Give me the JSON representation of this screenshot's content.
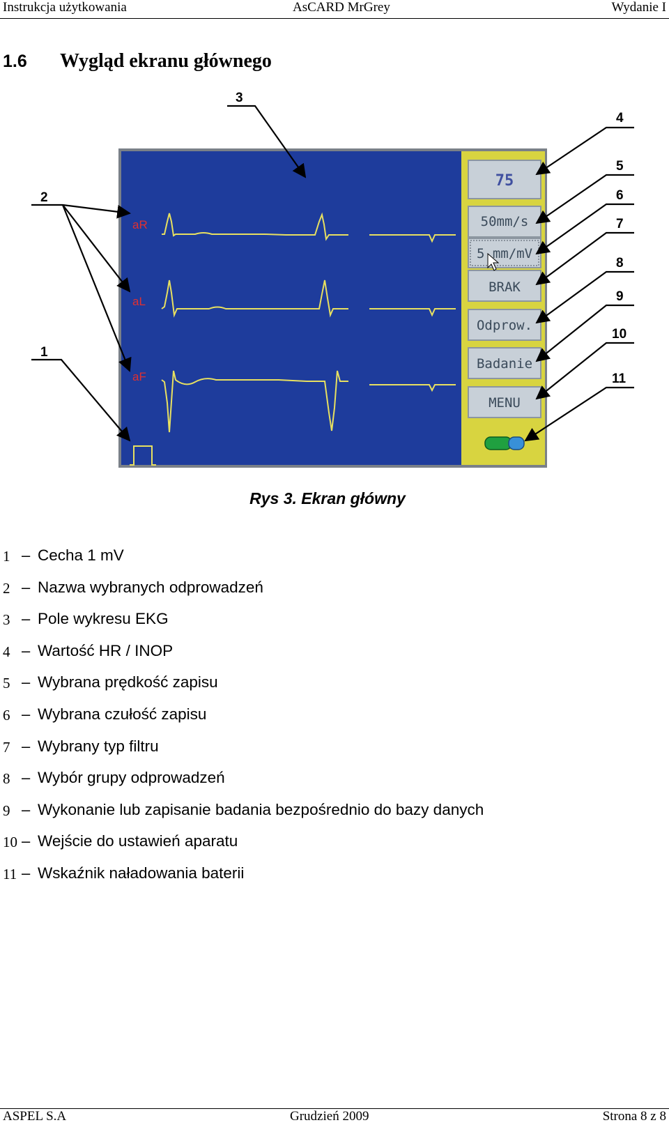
{
  "header": {
    "left": "Instrukcja użytkowania",
    "center": "AsCARD MrGrey",
    "right": "Wydanie I"
  },
  "section": {
    "number": "1.6",
    "title": "Wygląd ekranu głównego"
  },
  "figure": {
    "callouts": [
      "1",
      "2",
      "3",
      "4",
      "5",
      "6",
      "7",
      "8",
      "9",
      "10",
      "11"
    ],
    "screen": {
      "leads": [
        "aR",
        "aL",
        "aF"
      ],
      "hr_value": "75",
      "speed": "50mm/s",
      "sensitivity": "5 mm/mV",
      "filter": "BRAK",
      "leads_button": "Odprow.",
      "exam_button": "Badanie",
      "menu_button": "MENU",
      "colors": {
        "screen_bg": "#1e3c9c",
        "trace": "#e8e060",
        "panel": "#d8d440",
        "button": "#c8d0d8",
        "lead_label": "#e03030"
      }
    },
    "caption": "Rys 3. Ekran główny"
  },
  "legend": [
    {
      "num": "1",
      "text": "Cecha 1 mV"
    },
    {
      "num": "2",
      "text": "Nazwa wybranych odprowadzeń"
    },
    {
      "num": "3",
      "text": "Pole wykresu EKG"
    },
    {
      "num": "4",
      "text": "Wartość HR / INOP"
    },
    {
      "num": "5",
      "text": "Wybrana prędkość zapisu"
    },
    {
      "num": "6",
      "text": "Wybrana czułość zapisu"
    },
    {
      "num": "7",
      "text": "Wybrany typ filtru"
    },
    {
      "num": "8",
      "text": "Wybór grupy odprowadzeń"
    },
    {
      "num": "9",
      "text": "Wykonanie lub zapisanie badania bezpośrednio do bazy danych"
    },
    {
      "num": "10",
      "text": "Wejście do ustawień aparatu"
    },
    {
      "num": "11",
      "text": "Wskaźnik naładowania baterii"
    }
  ],
  "footer": {
    "left": "ASPEL S.A",
    "center": "Grudzień 2009",
    "right": "Strona 8 z 8"
  }
}
